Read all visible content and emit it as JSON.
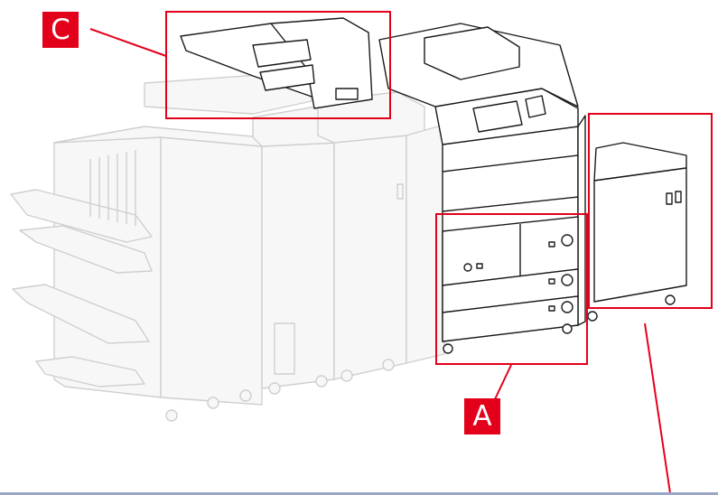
{
  "diagram": {
    "callouts": [
      {
        "id": "A",
        "label": "A"
      },
      {
        "id": "C",
        "label": "C"
      }
    ],
    "colors": {
      "callout_red": "#e3001b",
      "highlight_red": "#e3001b",
      "grey_outline": "#cfcfcf",
      "grey_fill": "#f7f7f7",
      "main_outline": "#1a1a1a",
      "bottom_rule": "#9aa5c8"
    }
  }
}
